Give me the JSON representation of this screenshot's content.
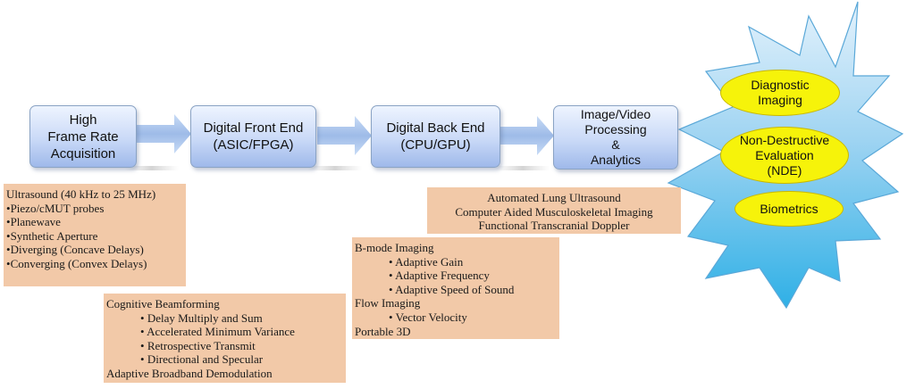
{
  "pipeline": {
    "stage1": "High\nFrame Rate\nAcquisition",
    "stage2": "Digital Front End\n(ASIC/FPGA)",
    "stage3": "Digital Back End\n(CPU/GPU)",
    "stage4": "Image/Video\nProcessing\n&\nAnalytics"
  },
  "applications": {
    "item1": "Diagnostic\nImaging",
    "item2": "Non-Destructive\nEvaluation\n(NDE)",
    "item3": "Biometrics"
  },
  "notes": {
    "acquisition": {
      "title": "Ultrasound (40 kHz to 25 MHz)",
      "items": [
        "Piezo/cMUT probes",
        "Planewave",
        "Synthetic Aperture",
        "Diverging (Concave Delays)",
        "Converging (Convex Delays)"
      ]
    },
    "beamforming": {
      "title": "Cognitive Beamforming",
      "items": [
        "Delay Multiply and Sum",
        "Accelerated Minimum Variance",
        "Retrospective Transmit",
        "Directional and Specular"
      ],
      "footer": "Adaptive Broadband Demodulation"
    },
    "backend": {
      "heading1": "B-mode Imaging",
      "items1": [
        "Adaptive Gain",
        "Adaptive Frequency",
        "Adaptive Speed of Sound"
      ],
      "heading2": "Flow Imaging",
      "items2": [
        "Vector Velocity"
      ],
      "heading3": "Portable 3D"
    },
    "analytics": {
      "lines": [
        "Automated Lung Ultrasound",
        "Computer Aided Musculoskeletal Imaging",
        "Functional Transcranial Doppler"
      ]
    }
  },
  "bullet": "•",
  "colors": {
    "block_top": "#eef4ff",
    "block_bottom": "#9fb9ea",
    "note_bg": "#f2c9a8",
    "ellipse_fill": "#f6f30a",
    "burst_top": "#d9ecfa",
    "burst_bottom": "#3bb4e6"
  }
}
